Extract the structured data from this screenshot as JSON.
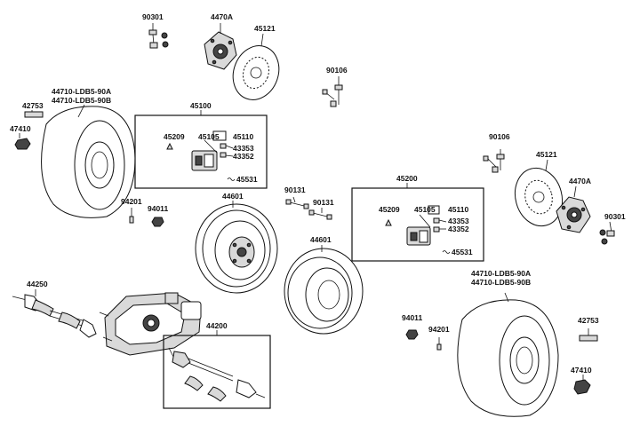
{
  "labels": {
    "n90301_a": "90301",
    "n4470A_a": "4470A",
    "n45121_a": "45121",
    "n90106_a": "90106",
    "tire_a_1": "44710-LDB5-90A",
    "tire_a_2": "44710-LDB5-90B",
    "n42753_a": "42753",
    "n47410_a": "47410",
    "n45100": "45100",
    "n45209_a": "45209",
    "n45105_a": "45105",
    "n45110_a": "45110",
    "n43353_a": "43353",
    "n43352_a": "43352",
    "n45531_a": "45531",
    "n94201_a": "94201",
    "n94011_a": "94011",
    "n44601_a": "44601",
    "n90131_a": "90131",
    "n90131_b": "90131",
    "n44601_b": "44601",
    "n45200": "45200",
    "n45209_b": "45209",
    "n45105_b": "45105",
    "n45110_b": "45110",
    "n43353_b": "43353",
    "n43352_b": "43352",
    "n45531_b": "45531",
    "n90106_b": "90106",
    "n45121_b": "45121",
    "n4470A_b": "4470A",
    "n90301_b": "90301",
    "tire_b_1": "44710-LDB5-90A",
    "tire_b_2": "44710-LDB5-90B",
    "n44250": "44250",
    "n44200": "44200",
    "n94011_b": "94011",
    "n94201_b": "94201",
    "n42753_b": "42753",
    "n47410_b": "47410"
  }
}
